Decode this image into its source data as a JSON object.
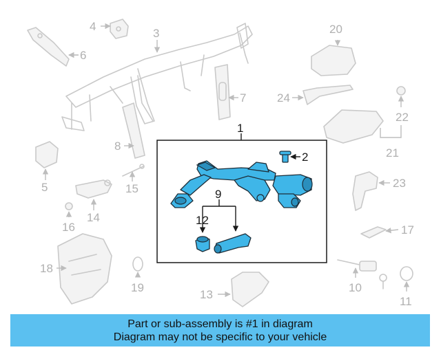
{
  "callouts": {
    "n1": "1",
    "n2": "2",
    "n3": "3",
    "n4": "4",
    "n5": "5",
    "n6": "6",
    "n7": "7",
    "n8": "8",
    "n9": "9",
    "n10": "10",
    "n11": "11",
    "n12": "12",
    "n13": "13",
    "n14": "14",
    "n15": "15",
    "n16": "16",
    "n17": "17",
    "n18": "18",
    "n19": "19",
    "n20": "20",
    "n21": "21",
    "n22": "22",
    "n23": "23",
    "n24": "24"
  },
  "banner": {
    "line1": "Part or sub-assembly is #1 in diagram",
    "line2": "Diagram may not be specific to your vehicle"
  },
  "colors": {
    "highlight": "#3fb6e8",
    "banner": "#5bc0f0",
    "ghost": "#c9c9c9"
  }
}
